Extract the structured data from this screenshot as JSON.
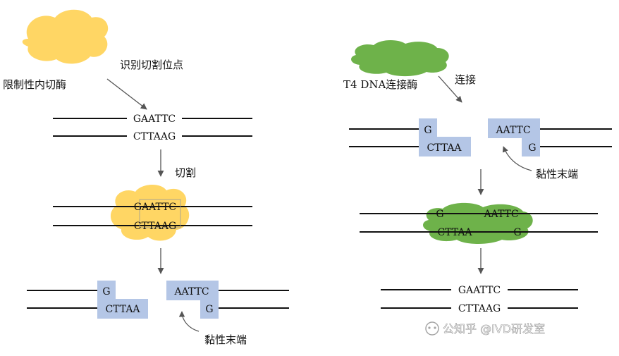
{
  "colors": {
    "enzyme_restriction": "#FFD664",
    "enzyme_ligase": "#6EB24A",
    "sticky_box": "#B4C6E6",
    "dna_line": "#111111",
    "arrow": "#555555",
    "text": "#111111"
  },
  "left": {
    "enzyme_label": "限制性内切酶",
    "step1_label": "识别切割位点",
    "seq_top": "GAATTC",
    "seq_bottom": "CTTAAG",
    "step2_label": "切割",
    "cut_seq_top": "GAATTC",
    "cut_seq_bottom": "CTTAAG",
    "frag_left_top": "G",
    "frag_left_bottom": "CTTAA",
    "frag_right_top": "AATTC",
    "frag_right_bottom": "G",
    "sticky_label": "黏性末端"
  },
  "right": {
    "enzyme_label": "T4 DNA连接酶",
    "step1_label": "连接",
    "frag_left_top": "G",
    "frag_left_bottom": "CTTAA",
    "frag_right_top": "AATTC",
    "frag_right_bottom": "G",
    "sticky_label": "黏性末端",
    "join_left_top": "G",
    "join_right_top": "AATTC",
    "join_left_bottom": "CTTAA",
    "join_right_bottom": "G",
    "final_top": "GAATTC",
    "final_bottom": "CTTAAG"
  },
  "watermark": {
    "text": "公知乎 @IVD研发室"
  }
}
